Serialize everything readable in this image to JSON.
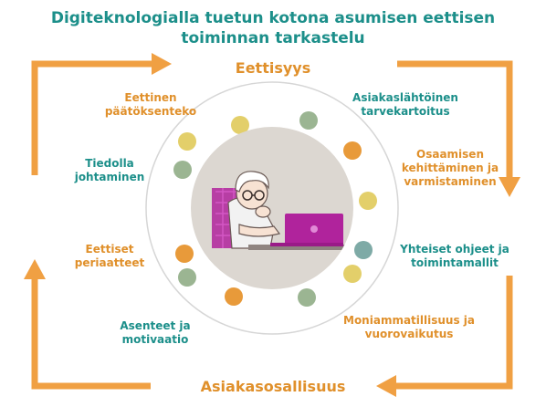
{
  "title": {
    "line1": "Digiteknologialla tuetun kotona asumisen eettisen",
    "line2": "toiminnan tarkastelu"
  },
  "top_label": "Eettisyys",
  "bottom_label": "Asiakasosallisuus",
  "items": {
    "eettinen_paatoksenteko": [
      "Eettinen",
      "päätöksenteko"
    ],
    "asiakaslahtoinen": [
      "Asiakaslähtöinen",
      "tarvekartoitus"
    ],
    "tiedolla_johtaminen": [
      "Tiedolla",
      "johtaminen"
    ],
    "osaamisen": [
      "Osaamisen",
      "kehittäminen ja",
      "varmistaminen"
    ],
    "eettiset_periaatteet": [
      "Eettiset",
      "periaatteet"
    ],
    "yhteiset_ohjeet": [
      "Yhteiset ohjeet ja",
      "toimintamallit"
    ],
    "asenteet": [
      "Asenteet ja",
      "motivaatio"
    ],
    "moniammatillisuus": [
      "Moniammatillisuus ja",
      "vuorovaikutus"
    ]
  },
  "colors": {
    "teal": "#1c8f8a",
    "orange": "#e0902b",
    "arrow": "#f0a043",
    "yellow_dot": "#e3cf6a",
    "green_dot": "#9bb592",
    "orange_dot": "#e89a3a",
    "teal_dot": "#7eaaa6",
    "center_circle": "#dcd7d1",
    "ring": "#d6d6d6",
    "laptop": "#b0239c"
  },
  "icons": [
    "elderly-person-with-laptop-illustration"
  ]
}
